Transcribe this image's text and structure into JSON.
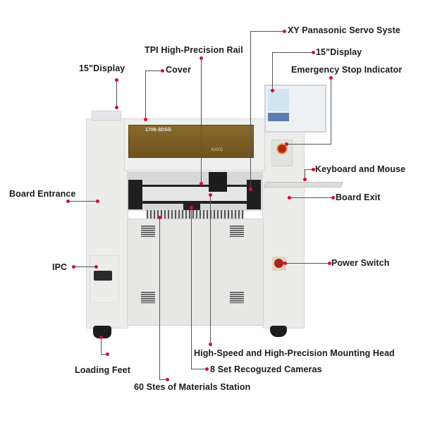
{
  "diagram": {
    "type": "annotated-product-photo",
    "subject": "SMT pick and place machine",
    "machine_model": "1706-3DSG",
    "brand_mark": "KAYO",
    "accent_color": "#d0102a",
    "line_color": "#555555"
  },
  "labels": {
    "xy_servo": "XY Panasonic Servo Syste",
    "display_right": "15\"Display",
    "tpi_rail": "TPI High-Precision Rail",
    "display_left": "15\"Display",
    "cover": "Cover",
    "emergency_stop": "Emergency Stop Indicator",
    "keyboard_mouse": "Keyboard and Mouse",
    "board_entrance": "Board Entrance",
    "board_exit": "Board Exit",
    "ipc": "IPC",
    "power_switch": "Power Switch",
    "mounting_head": "High-Speed and High-Precision Mounting Head",
    "loading_feet": "Loading Feet",
    "cameras": "8 Set Recoguzed Cameras",
    "materials_station": "60 Stes of Materials Station"
  }
}
